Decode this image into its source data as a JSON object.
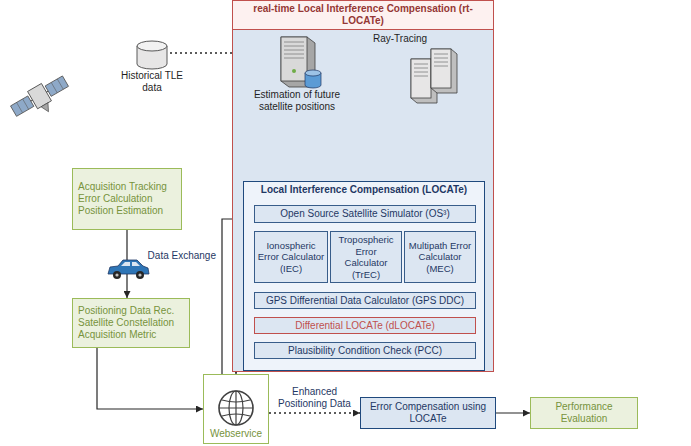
{
  "diagram": {
    "nodes": [
      {
        "text": [
          "real-time Local Interference Compensation (rt-LOCATe)"
        ]
      },
      {
        "text": [
          "Historical TLE data"
        ]
      },
      {
        "text": [
          "Estimation of future satellite positions"
        ],
        "in": 0
      },
      {
        "text": [
          "Ray-Tracing"
        ],
        "in": 0
      },
      {
        "text": [
          "Local Interference Compensation (LOCATe)"
        ],
        "in": 0
      },
      {
        "text": [
          "Open Source Satellite Simulator (OS³)"
        ],
        "in": 4
      },
      {
        "text": [
          "Ionospheric Error Calculator (IEC)"
        ],
        "in": 4
      },
      {
        "text": [
          "Tropospheric Error Calculator (TrEC)"
        ],
        "in": 4
      },
      {
        "text": [
          "Multipath Error Calculator (MEC)"
        ],
        "in": 4
      },
      {
        "text": [
          "GPS Differential Data Calculator (GPS DDC)"
        ],
        "in": 4
      },
      {
        "text": [
          "Differential LOCATe (dLOCATe)"
        ],
        "in": 4
      },
      {
        "text": [
          "Plausibility Condition Check (PCC)"
        ],
        "in": 4
      },
      {
        "text": [
          "Acquisition Tracking Error Calculation Position Estimation"
        ]
      },
      {
        "text": [
          "Positioning Data Rec. Satellite Constellation Acquisition Metric"
        ]
      },
      {
        "text": [
          "Webservice"
        ]
      },
      {
        "text": [
          "Error Compensation using LOCATe"
        ]
      },
      {
        "text": [
          "Performance Evaluation"
        ]
      }
    ],
    "edges": [
      {
        "from": 1,
        "to": 2,
        "arrow": "to"
      },
      {
        "from": 2,
        "to": 3,
        "arrow": "to"
      },
      {
        "from": 2,
        "to": 5,
        "arrow": "to"
      },
      {
        "from": 3,
        "to": 8,
        "arrow": "to"
      },
      {
        "from": 5,
        "to": 6,
        "arrow": "to"
      },
      {
        "from": 5,
        "to": 7,
        "arrow": "to"
      },
      {
        "from": 5,
        "to": 8,
        "arrow": "to"
      },
      {
        "from": 6,
        "to": 9,
        "arrow": "to"
      },
      {
        "from": 7,
        "to": 9,
        "arrow": "to"
      },
      {
        "from": 8,
        "to": 9,
        "arrow": "to"
      },
      {
        "from": 9,
        "to": 10,
        "arrow": "to"
      },
      {
        "from": 10,
        "to": 11,
        "arrow": "to"
      },
      {
        "from": 14,
        "to": 5,
        "label": "Data Exchange",
        "arrow": "to"
      },
      {
        "from": 10,
        "to": 14,
        "arrow": "to"
      },
      {
        "from": 12,
        "to": 13,
        "arrow": "to"
      },
      {
        "from": 13,
        "to": 14,
        "arrow": "to"
      },
      {
        "from": 14,
        "to": 15,
        "label": "Enhanced Positioning Data",
        "arrow": "to"
      },
      {
        "from": 15,
        "to": 16,
        "arrow": "to"
      }
    ]
  }
}
